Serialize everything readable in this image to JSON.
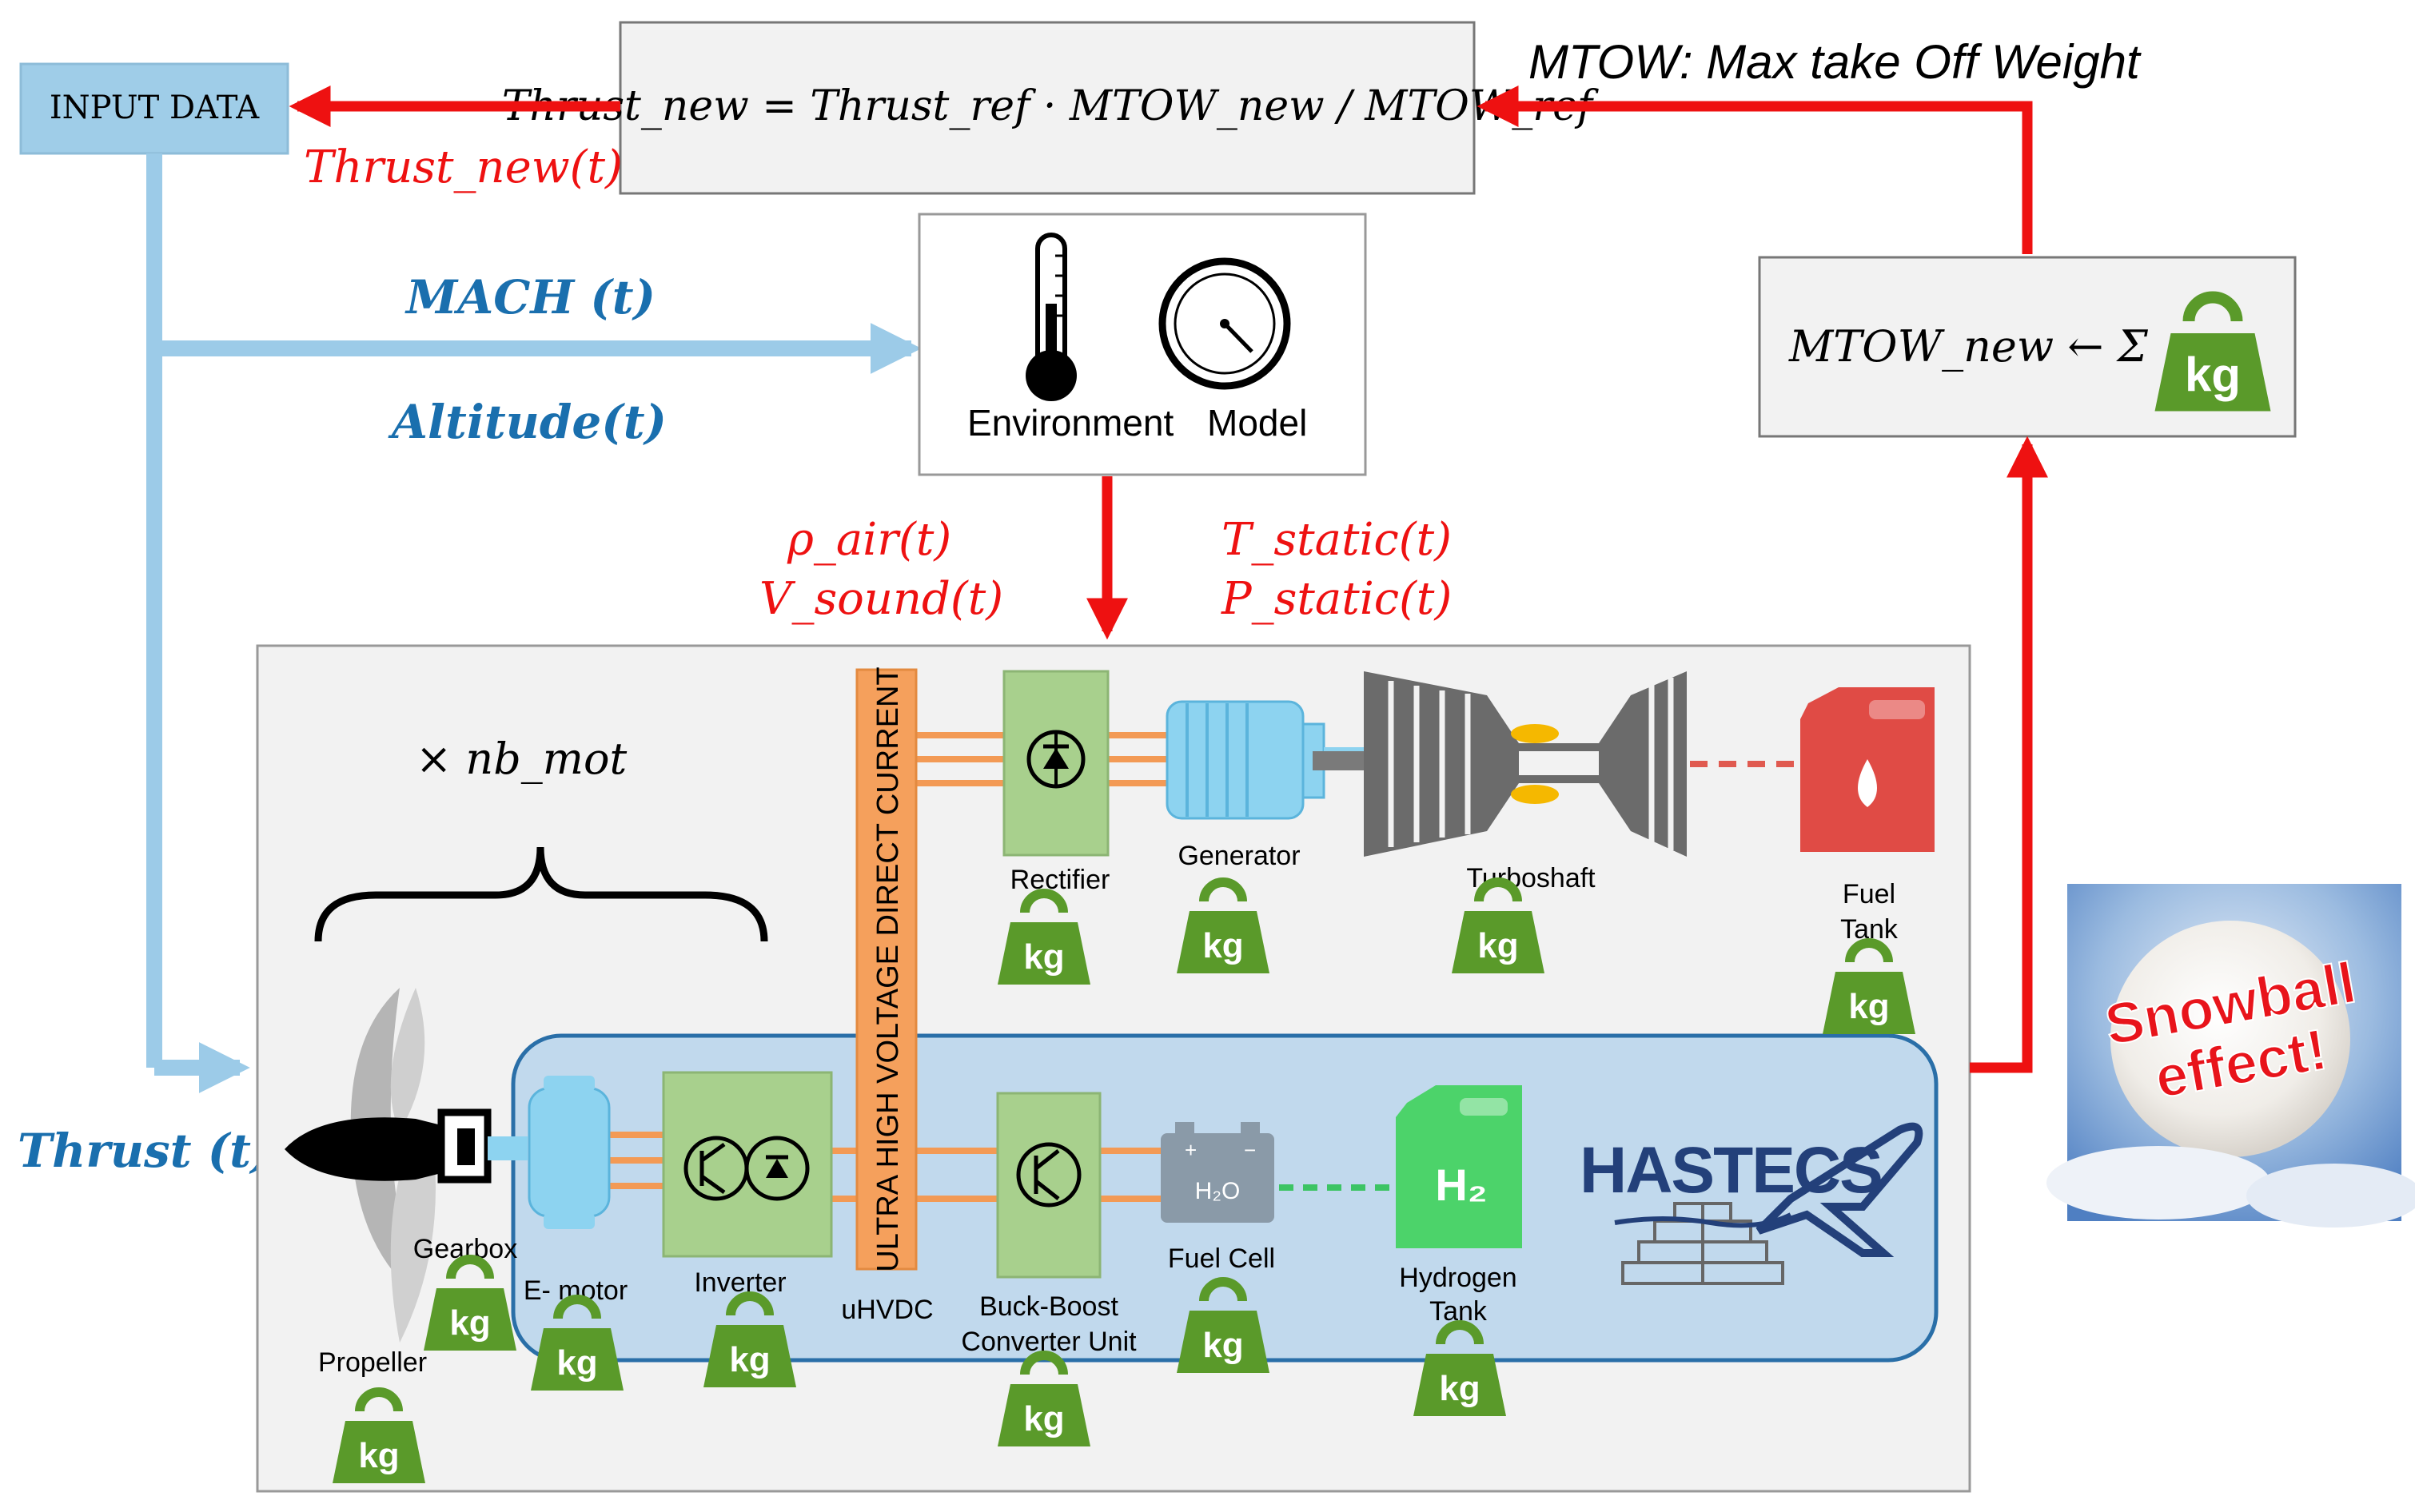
{
  "colors": {
    "red": "#ee1111",
    "lightblue": "#9ccbe8",
    "darkblue": "#1a6fae",
    "kg_green": "#5a9a2a",
    "orange": "#f39a55",
    "module_green": "#a8d08d",
    "box_gray": "#f2f2f2",
    "hastecs_navy": "#23407a"
  },
  "top": {
    "input_data": "INPUT DATA",
    "thrust_new_t": "Thrust_new(t)",
    "formula": "Thrust_new = Thrust_ref · MTOW_new / MTOW_ref",
    "mtow_def": "MTOW: Max take Off Weight"
  },
  "inputs": {
    "mach": "MACH (t)",
    "altitude": "Altitude(t)",
    "thrust": "Thrust (t)"
  },
  "environment": {
    "label_a": "Environment",
    "label_b": "Model",
    "icons": [
      "thermometer-icon",
      "gauge-icon"
    ]
  },
  "env_outputs": {
    "rho_air": "ρ_air(t)",
    "v_sound": "V_sound(t)",
    "t_static": "T_static(t)",
    "p_static": "P_static(t)"
  },
  "mtow_box": {
    "formula": "MTOW_new ← Σ",
    "kg": "kg"
  },
  "system": {
    "nb_mot": "× nb_mot",
    "uhvdc_bar": "ULTRA HIGH VOLTAGE DIRECT CURRENT",
    "components": {
      "rectifier": "Rectifier",
      "generator": "Generator",
      "turboshaft": "Turboshaft",
      "fuel_tank_a": "Fuel",
      "fuel_tank_b": "Tank",
      "gearbox": "Gearbox",
      "e_motor": "E- motor",
      "inverter": "Inverter",
      "uhvdc": "uHVDC",
      "buck_boost_a": "Buck-Boost",
      "buck_boost_b": "Converter Unit",
      "fuel_cell": "Fuel Cell",
      "h2o": "H₂O",
      "hydrogen_a": "Hydrogen",
      "hydrogen_b": "Tank",
      "h2": "H₂",
      "propeller": "Propeller"
    },
    "hastecs": "HASTECS"
  },
  "snowball": {
    "line1": "Snowball",
    "line2": "effect!"
  },
  "kg": "kg"
}
